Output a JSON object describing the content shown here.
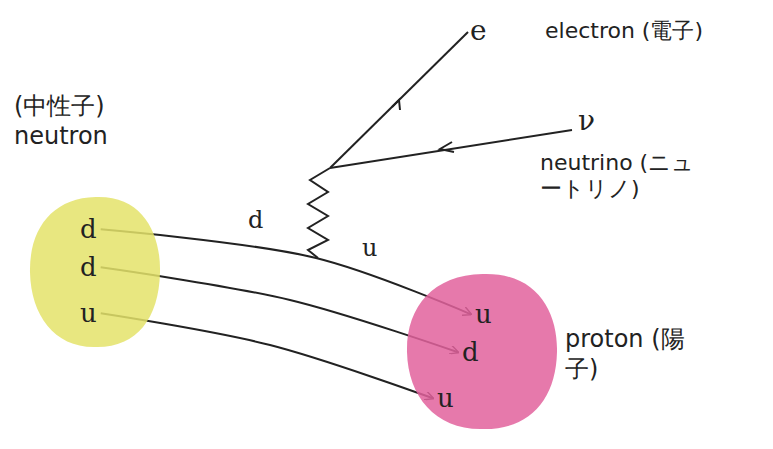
{
  "diagram": {
    "nodes": [
      {
        "text": [
          "(中性子) neutron"
        ]
      },
      {
        "text": [
          "d"
        ],
        "in": 0
      },
      {
        "text": [
          "d"
        ],
        "in": 0
      },
      {
        "text": [
          "u"
        ],
        "in": 0
      },
      {
        "text": [
          "proton (陽子)"
        ]
      },
      {
        "text": [
          "u"
        ],
        "in": 4
      },
      {
        "text": [
          "d"
        ],
        "in": 4
      },
      {
        "text": [
          "u"
        ],
        "in": 4
      }
    ],
    "edges": [
      {
        "from": 1,
        "to": 5,
        "arrow": "to"
      },
      {
        "from": 2,
        "to": 6,
        "arrow": "to"
      },
      {
        "from": 3,
        "to": 7,
        "arrow": "to"
      }
    ],
    "labels": [
      "e",
      "electron (電子)",
      "ν",
      "neutrino (ニュートリノ)",
      "d",
      "u"
    ]
  }
}
